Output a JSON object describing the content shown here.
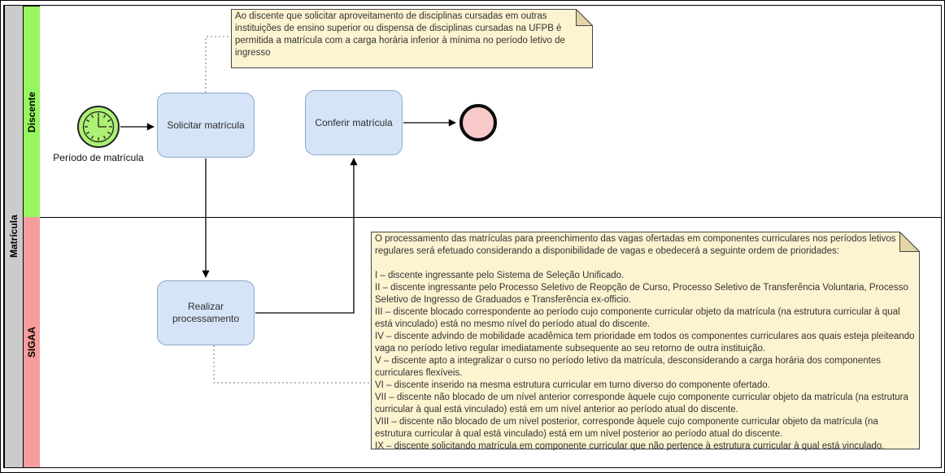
{
  "diagram": {
    "pool_label": "Matrícula",
    "lanes": [
      {
        "label": "Discente",
        "color": "#97f75f"
      },
      {
        "label": "SIGAA",
        "color": "#f59c9c"
      }
    ],
    "start_event": {
      "type": "timer-start",
      "label": "Período de matrícula"
    },
    "tasks": [
      {
        "id": "solicitar",
        "label": "Solicitar matrícula",
        "lane": "Discente"
      },
      {
        "id": "conferir",
        "label": "Conferir matrícula",
        "lane": "Discente"
      },
      {
        "id": "realizar",
        "label": "Realizar processamento",
        "lane": "SIGAA"
      }
    ],
    "end_event": {
      "type": "end"
    },
    "annotations": [
      {
        "id": "note-ingresso",
        "text": "Ao discente que solicitar aproveitamento de disciplinas cursadas em outras instituições de ensino superior ou dispensa de disciplinas cursadas na UFPB é permitida a matrícula com a carga horária inferior à mínima no período letivo de ingresso"
      },
      {
        "id": "note-prioridades",
        "text": "O processamento das matrículas para preenchimento das vagas ofertadas em componentes curriculares nos períodos letivos regulares será efetuado considerando a disponibilidade de vagas e obedecerá a seguinte ordem de prioridades:\n\nI – discente ingressante pelo Sistema de Seleção Unificado.\nII – discente ingressante pelo Processo Seletivo de Reopção de Curso, Processo Seletivo de Transferência Voluntaria, Processo Seletivo de Ingresso de Graduados e Transferência ex-officio.\nIII – discente blocado correspondente ao período cujo componente curricular objeto da matrícula (na estrutura curricular à qual está vinculado) está no mesmo nível do período atual do discente.\nIV – discente advindo de mobilidade acadêmica tem prioridade em todos os componentes curriculares aos quais esteja pleiteando vaga no período letivo regular imediatamente subsequente ao seu retorno de outra instituição.\nV – discente apto a integralizar o curso no período letivo da matrícula, desconsiderando a carga horária dos componentes curriculares flexíveis.\nVI – discente inserido na mesma estrutura curricular em turno diverso do componente ofertado.\nVII – discente não blocado de um nível anterior corresponde àquele cujo componente curricular objeto da matrícula (na estrutura curricular à qual está vinculado) está em um nível anterior ao período atual do discente.\nVIII – discente não blocado de um nível posterior, corresponde àquele cujo componente curricular objeto da matrícula (na estrutura curricular à qual está vinculado) está em um nível posterior ao período atual do discente.\nIX – discente solicitando matrícula em componente curricular que não pertence à estrutura curricular à qual está vinculado."
      }
    ],
    "colors": {
      "pool_header": "#cbcbcb",
      "lane_discente": "#97f75f",
      "lane_sigaa": "#f59c9c",
      "task_fill": "#d6e4f7",
      "task_border": "#8fa9cc",
      "note_fill": "#fcf3d0",
      "note_fold": "#e3d5a5",
      "start_event_fill": "#adf073",
      "end_event_fill": "#f9caca"
    }
  }
}
